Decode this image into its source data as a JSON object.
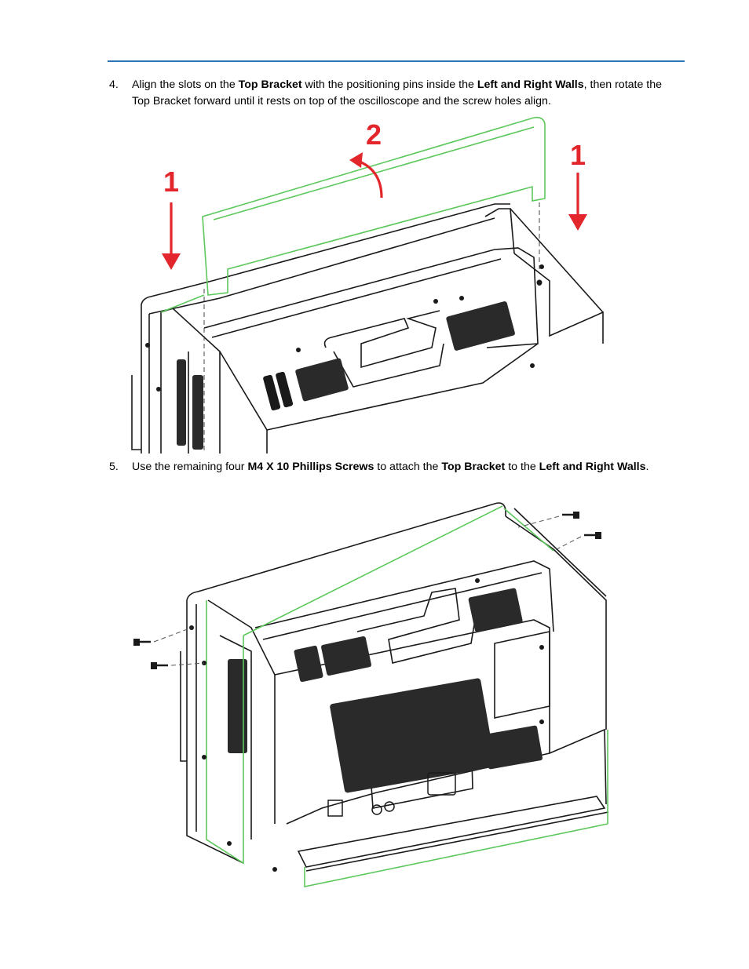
{
  "step4": {
    "number": "4.",
    "parts": [
      {
        "text": "Align the slots on the ",
        "bold": false
      },
      {
        "text": "Top Bracket",
        "bold": true
      },
      {
        "text": " with the positioning pins inside the ",
        "bold": false
      },
      {
        "text": "Left and Right Walls",
        "bold": true
      },
      {
        "text": ", then rotate the Top Bracket forward until it rests on top of the oscilloscope and the screw holes align.",
        "bold": false
      }
    ]
  },
  "figure1": {
    "callouts": {
      "left_arrow": "1",
      "rotate_arrow": "2",
      "right_arrow": "1"
    },
    "colors": {
      "arrow": "#e2262b",
      "bracket_outline": "#5cc85c",
      "device_line": "#1a1a1a"
    }
  },
  "step5": {
    "number": "5.",
    "parts": [
      {
        "text": "Use the remaining four ",
        "bold": false
      },
      {
        "text": "M4 X 10 Phillips Screws",
        "bold": true
      },
      {
        "text": " to attach the ",
        "bold": false
      },
      {
        "text": "Top Bracket",
        "bold": true
      },
      {
        "text": " to the ",
        "bold": false
      },
      {
        "text": "Left and Right Walls",
        "bold": true
      },
      {
        "text": ".",
        "bold": false
      }
    ]
  },
  "figure2": {
    "colors": {
      "bracket_outline": "#5cc85c",
      "device_line": "#1a1a1a"
    }
  },
  "header_rule_color": "#2e74b5"
}
